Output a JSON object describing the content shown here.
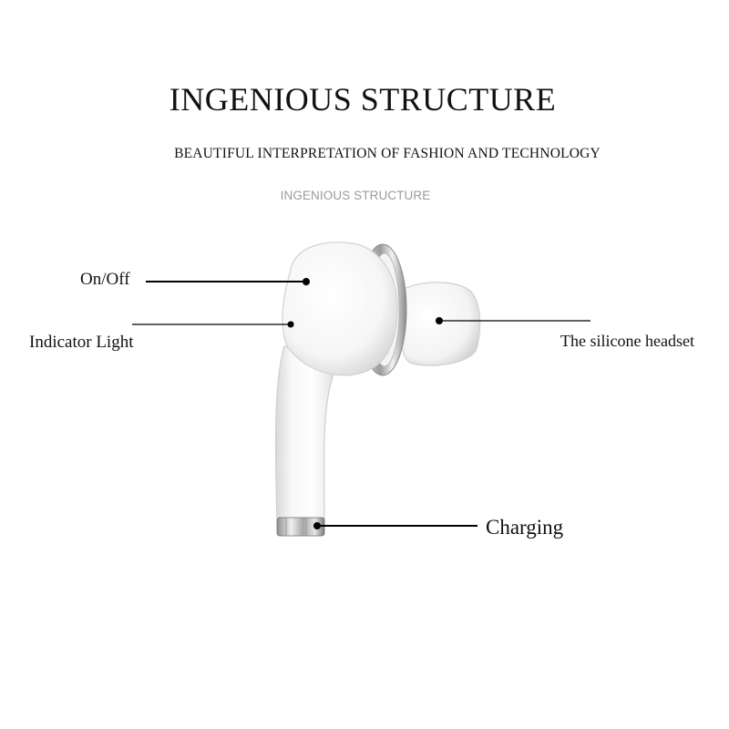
{
  "header": {
    "title": "INGENIOUS STRUCTURE",
    "subtitle": "BEAUTIFUL INTERPRETATION OF FASHION AND TECHNOLOGY",
    "watermark": "INGENIOUS STRUCTURE"
  },
  "callouts": {
    "on_off": "On/Off",
    "indicator_light": "Indicator Light",
    "silicone_headset": "The silicone headset",
    "charging": "Charging"
  },
  "colors": {
    "text": "#111111",
    "watermark": "#9a9a9a",
    "earbud_body": "#ffffff",
    "chrome": "#b8b8b8"
  }
}
